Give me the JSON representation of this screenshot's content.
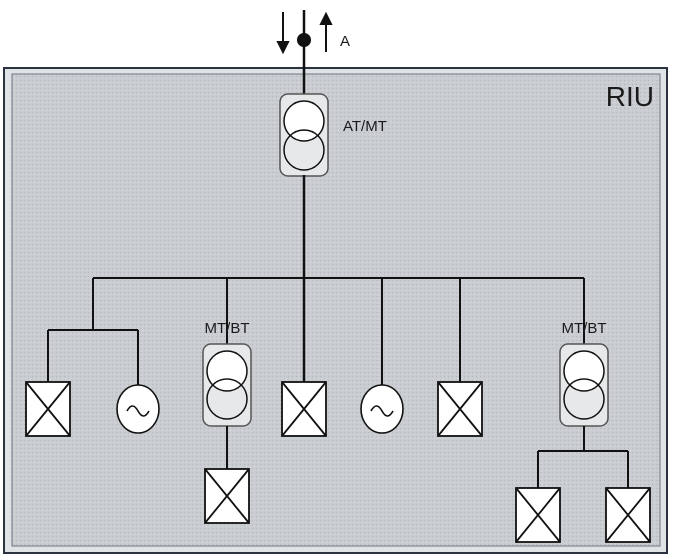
{
  "diagram": {
    "region_label": "RIU",
    "connection_label": "A",
    "main_transformer_label": "AT/MT",
    "left_transformer_label": "MT/BT",
    "right_transformer_label": "MT/BT"
  },
  "colors": {
    "panel_fill": "#c9cdd1",
    "panel_border": "#2b3340",
    "line": "#111111",
    "symbol_fill": "#ffffff"
  },
  "icons": {
    "load": "crossed-box-icon",
    "generator": "ac-generator-icon",
    "transformer": "transformer-icon",
    "arrow_in": "arrow-down-icon",
    "arrow_out": "arrow-up-icon",
    "node": "connection-node-icon"
  }
}
